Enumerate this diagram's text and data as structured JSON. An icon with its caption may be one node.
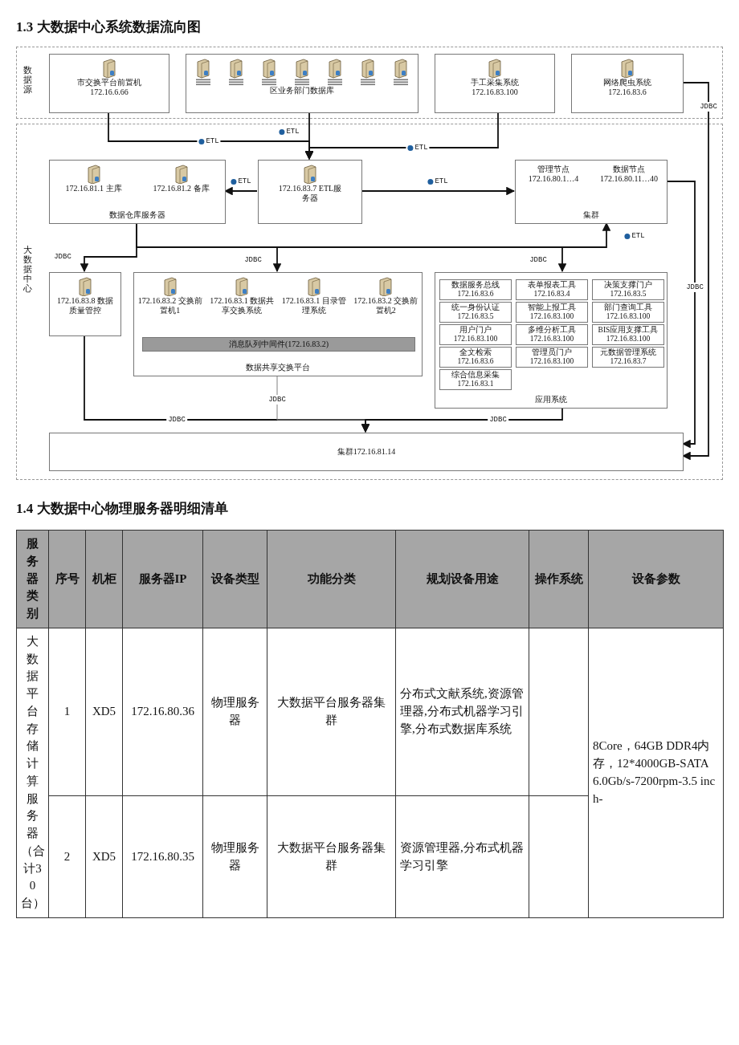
{
  "diagram": {
    "title": "1.3 大数据中心系统数据流向图",
    "nodes": [
      {
        "text": [
          "数据源"
        ]
      },
      {
        "text": [
          "市交换平台前置机 172.16.6.66"
        ],
        "in": 0
      },
      {
        "text": [
          "区业务部门数据库"
        ],
        "in": 0
      },
      {
        "text": [
          "手工采集系统 172.16.83.100"
        ],
        "in": 0
      },
      {
        "text": [
          "网络爬虫系统 172.16.83.6"
        ],
        "in": 0
      },
      {
        "text": [
          "大数据中心"
        ]
      },
      {
        "text": [
          "172.16.81.1 主库",
          "172.16.81.2 备库",
          "数据仓库服务器"
        ],
        "in": 5
      },
      {
        "text": [
          "172.16.83.7 ETL服务器"
        ],
        "in": 5
      },
      {
        "text": [
          "管理节点 172.16.80.1…4",
          "数据节点 172.16.80.11…40",
          "集群"
        ],
        "in": 5
      },
      {
        "text": [
          "172.16.83.8 数据质量管控"
        ],
        "in": 5
      },
      {
        "text": [
          "172.16.83.2 交换前置机1",
          "172.16.83.1 数据共享交换系统",
          "172.16.83.1 目录管理系统",
          "172.16.83.2 交换前置机2",
          "数据共享交换平台"
        ],
        "in": 5
      },
      {
        "text": [
          "消息队列中间件(172.16.83.2)"
        ],
        "in": 10
      },
      {
        "text": [
          "应用系统"
        ],
        "in": 5
      },
      {
        "text": [
          "数据服务总线 172.16.83.6"
        ],
        "in": 12
      },
      {
        "text": [
          "表单报表工具 172.16.83.4"
        ],
        "in": 12
      },
      {
        "text": [
          "决策支撑门户 172.16.83.5"
        ],
        "in": 12
      },
      {
        "text": [
          "统一身份认证 172.16.83.5"
        ],
        "in": 12
      },
      {
        "text": [
          "智能上报工具 172.16.83.100"
        ],
        "in": 12
      },
      {
        "text": [
          "部门查询工具 172.16.83.100"
        ],
        "in": 12
      },
      {
        "text": [
          "用户门户 172.16.83.100"
        ],
        "in": 12
      },
      {
        "text": [
          "多维分析工具 172.16.83.100"
        ],
        "in": 12
      },
      {
        "text": [
          "BIS应用支撑工具 172.16.83.100"
        ],
        "in": 12
      },
      {
        "text": [
          "全文检索 172.16.83.6"
        ],
        "in": 12
      },
      {
        "text": [
          "管理员门户 172.16.83.100"
        ],
        "in": 12
      },
      {
        "text": [
          "元数据管理系统 172.16.83.7"
        ],
        "in": 12
      },
      {
        "text": [
          "综合信息采集 172.16.83.1"
        ],
        "in": 12
      },
      {
        "text": [
          "集群172.16.81.14"
        ],
        "in": 5
      }
    ],
    "edges": [
      {
        "from": 1,
        "to": 7,
        "arrow": "to",
        "label": "ETL"
      },
      {
        "from": 2,
        "to": 7,
        "arrow": "to",
        "label": "ETL"
      },
      {
        "from": 3,
        "to": 7,
        "arrow": "to",
        "label": "ETL"
      },
      {
        "from": 7,
        "to": 6,
        "arrow": "to",
        "label": "ETL"
      },
      {
        "from": 7,
        "to": 8,
        "arrow": "to",
        "label": "ETL"
      },
      {
        "from": 4,
        "to": 26,
        "arrow": "to",
        "label": "JDBC"
      },
      {
        "from": 6,
        "to": 9,
        "arrow": "to",
        "label": "JDBC"
      },
      {
        "from": 6,
        "to": 10,
        "arrow": "to",
        "label": "JDBC"
      },
      {
        "from": 6,
        "to": 12,
        "arrow": "to",
        "label": "JDBC"
      },
      {
        "from": 6,
        "to": 8,
        "arrow": "to",
        "label": "ETL"
      },
      {
        "from": 8,
        "to": 26,
        "arrow": "to",
        "label": "JDBC"
      },
      {
        "from": 9,
        "to": 26,
        "arrow": "to",
        "label": "JDBC"
      },
      {
        "from": 10,
        "to": 26,
        "arrow": "to",
        "label": "JDBC",
        "color": "#808080"
      },
      {
        "from": 12,
        "to": 26,
        "arrow": "to",
        "label": "JDBC"
      }
    ],
    "labels": [
      "1.4 大数据中心物理服务器明细清单",
      "服务器类别",
      "序号",
      "机柜",
      "服务器IP",
      "设备类型",
      "功能分类",
      "规划设备用途",
      "操作系统",
      "设备参数",
      "大数据平台存储计算服务器（合计30台）",
      "1",
      "XD5",
      "172.16.80.36",
      "物理服务器",
      "大数据平台服务器集群",
      "分布式文献系统,资源管理器,分布式机器学习引擎,分布式数据库系统",
      "8Core，64GB DDR4内存，12*4000GB-SATA 6.0Gb/s-7200rpm-3.5 inch-",
      "2",
      "XD5",
      "172.16.80.35",
      "物理服务器",
      "大数据平台服务器集群",
      "资源管理器,分布式机器学习引擎"
    ]
  }
}
